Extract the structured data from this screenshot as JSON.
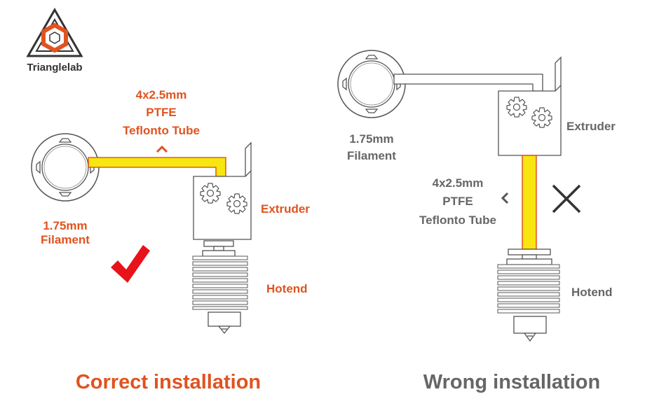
{
  "brand": {
    "name": "Trianglelab"
  },
  "colors": {
    "accent": "#e0531f",
    "tube_fill": "#f7e60f",
    "tube_outline": "#e03a1e",
    "check": "#e8121a",
    "label_gray": "#666666"
  },
  "icons": {
    "logo": "triangle-hexagon-logo",
    "check": "check-mark-icon",
    "cross": "cross-mark-icon",
    "gear": "gear-icon",
    "caret_up": "caret-up-icon",
    "caret_left": "caret-left-icon"
  },
  "correct": {
    "tube_label_1": "4x2.5mm",
    "tube_label_2": "PTFE",
    "tube_label_3": "Teflonto Tube",
    "filament_label_1": "1.75mm",
    "filament_label_2": "Filament",
    "extruder_label": "Extruder",
    "hotend_label": "Hotend",
    "caption": "Correct installation"
  },
  "wrong": {
    "filament_label_1": "1.75mm",
    "filament_label_2": "Filament",
    "extruder_label": "Extruder",
    "tube_label_1": "4x2.5mm",
    "tube_label_2": "PTFE",
    "tube_label_3": "Teflonto Tube",
    "hotend_label": "Hotend",
    "caption": "Wrong installation"
  }
}
